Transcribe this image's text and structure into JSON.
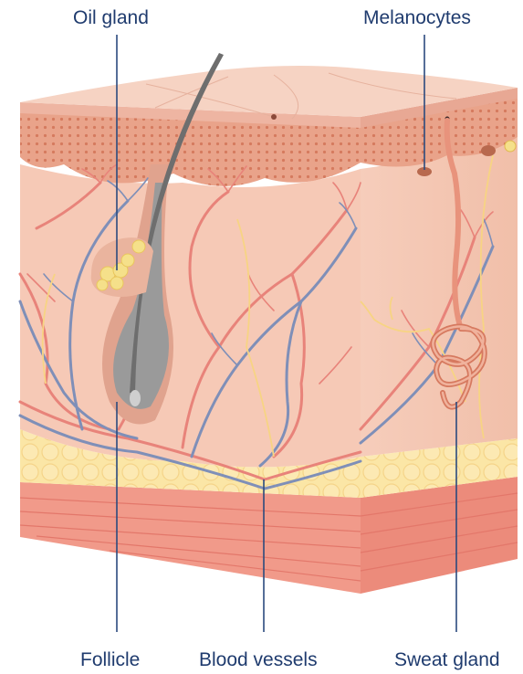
{
  "labels": {
    "oil_gland": "Oil gland",
    "melanocytes": "Melanocytes",
    "follicle": "Follicle",
    "blood_vessels": "Blood vessels",
    "sweat_gland": "Sweat gland"
  },
  "colors": {
    "label_text": "#1f3b6e",
    "leader_line": "#2b4a7e",
    "epidermis_top": "#f1c6b0",
    "dermis": "#f4c4b2",
    "subcutaneous_fat": "#fbe6a6",
    "muscle_layer": "#f19a8a",
    "hair": "#707070",
    "artery": "#e8837a",
    "vein": "#7f8fb8",
    "nerve": "#f7d483",
    "gland": "#f5e08a"
  }
}
